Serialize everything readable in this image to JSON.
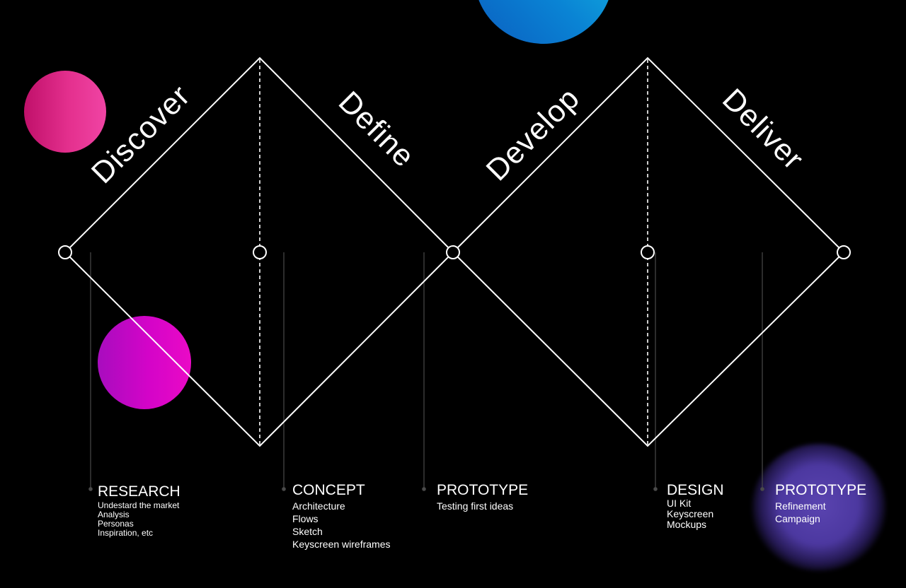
{
  "phases": {
    "discover": "Discover",
    "define": "Define",
    "develop": "Develop",
    "deliver": "Deliver"
  },
  "stages": {
    "research": {
      "title": "RESEARCH",
      "items": [
        "Undestard the market",
        "Analysis",
        "Personas",
        "Inspiration, etc"
      ]
    },
    "concept": {
      "title": "CONCEPT",
      "items": [
        "Architecture",
        "Flows",
        "Sketch",
        "Keyscreen wireframes"
      ]
    },
    "prototype_1": {
      "title": "PROTOTYPE",
      "items": [
        "Testing first ideas"
      ]
    },
    "design": {
      "title": "DESIGN",
      "items": [
        "UI Kit",
        "Keyscreen",
        "Mockups"
      ]
    },
    "prototype_2": {
      "title": "PROTOTYPE",
      "items": [
        "Refinement",
        "Campaign"
      ]
    }
  },
  "colors": {
    "background": "#000000",
    "line": "#ffffff",
    "connector": "#4a4a4a",
    "blob_blue": "#0a83d4",
    "blob_pink": "#e4308e",
    "blob_magenta": "#d404c8",
    "glow_purple": "#4c38a0"
  }
}
